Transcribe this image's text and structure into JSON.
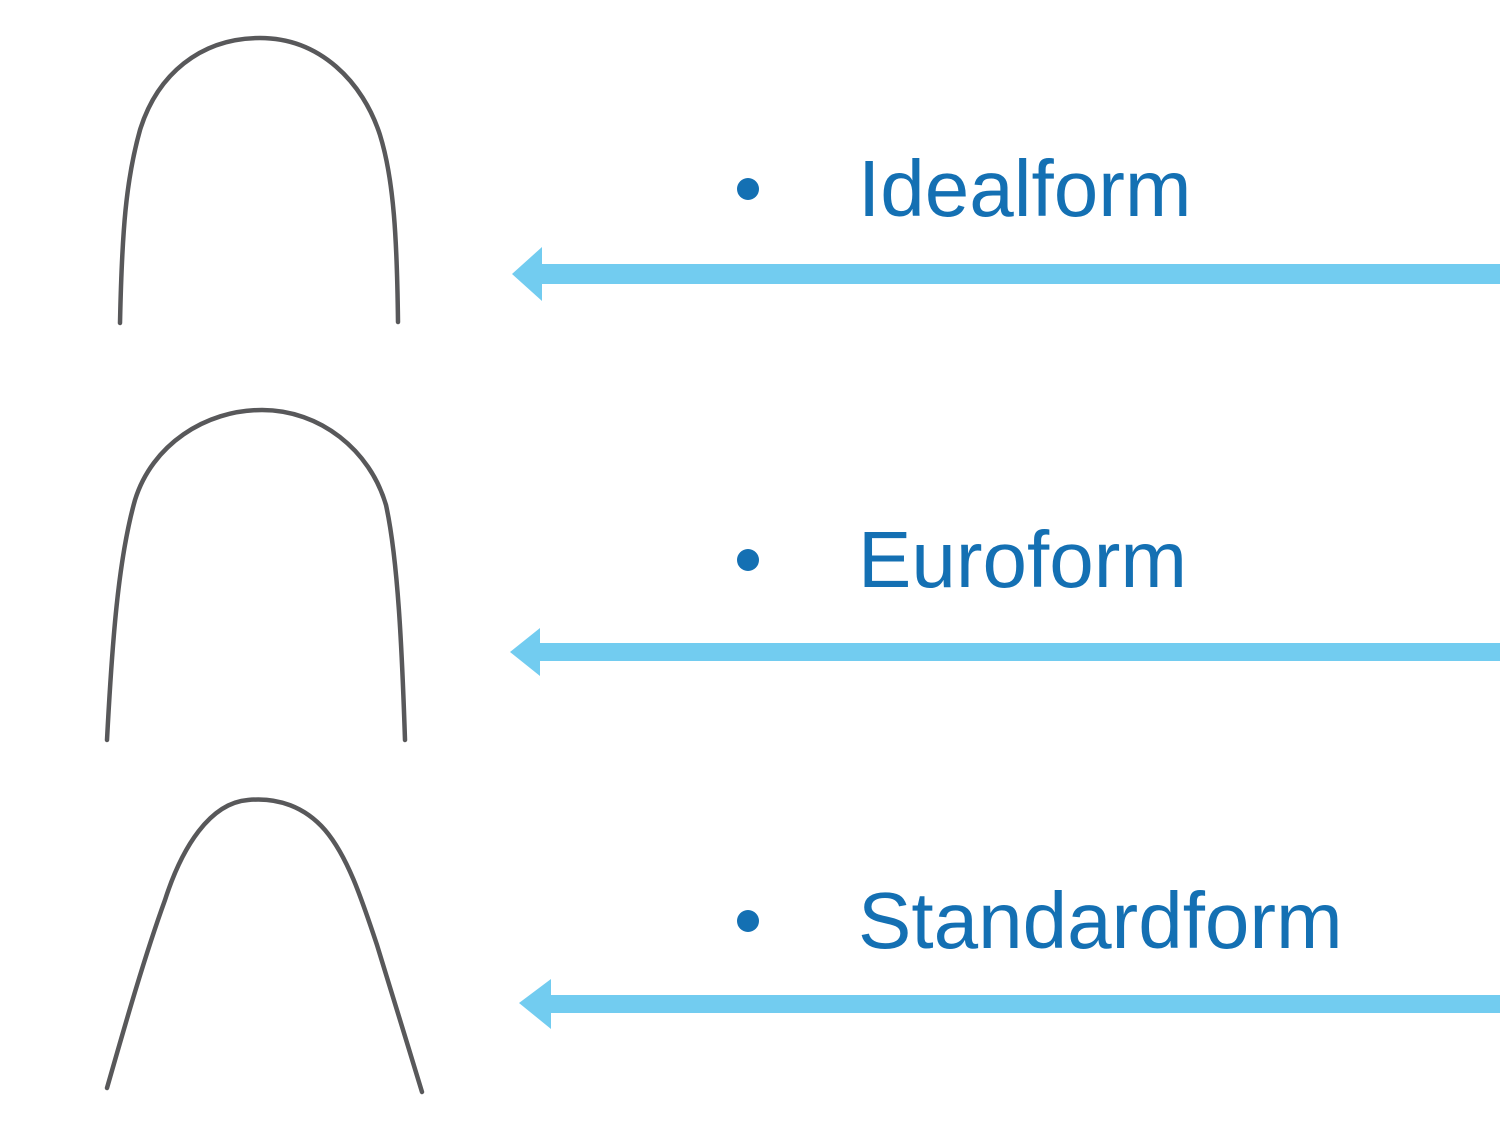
{
  "slide": {
    "items": [
      {
        "bullet": "•",
        "label": "Idealform",
        "icon": "archwire-idealform"
      },
      {
        "bullet": "•",
        "label": "Euroform",
        "icon": "archwire-euroform"
      },
      {
        "bullet": "•",
        "label": "Standardform",
        "icon": "archwire-standardform"
      }
    ],
    "colors": {
      "background": "#ffffff",
      "label_text": "#1470b3",
      "bullet": "#1470b3",
      "arrow": "#72ccf0",
      "wire": "#58585a"
    }
  }
}
